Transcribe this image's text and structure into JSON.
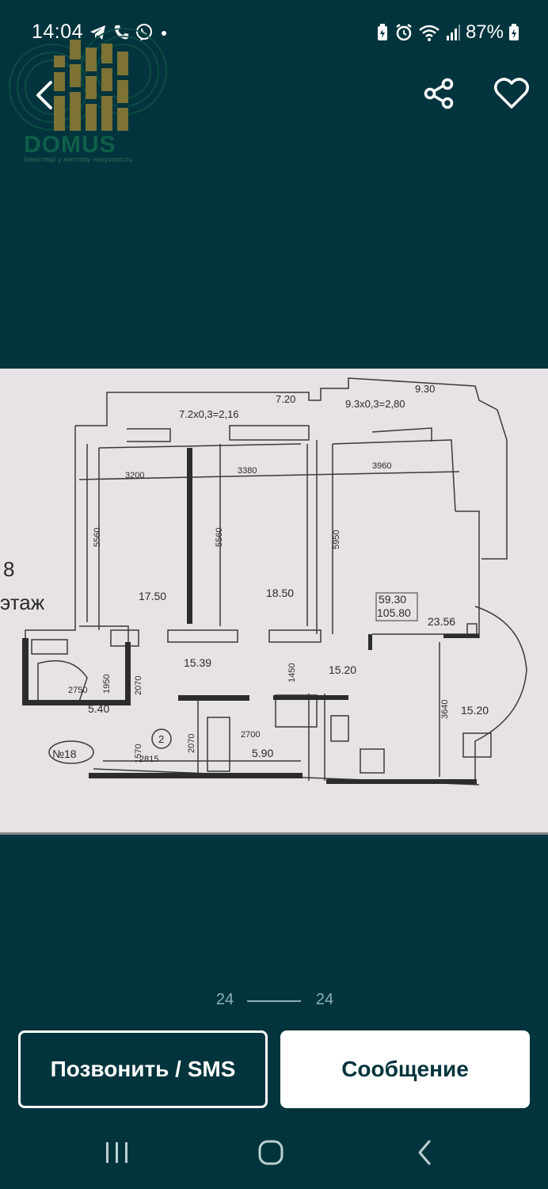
{
  "status_bar": {
    "time": "14:04",
    "battery": "87%"
  },
  "logo": {
    "name": "DOMUS",
    "tagline": "Інвестиції у житлову нерухомість"
  },
  "plan": {
    "floor_number": "8",
    "floor_word": "этаж",
    "balcony1_calc": "7.2x0,3=2,16",
    "balcony1_len": "7.20",
    "balcony2_calc": "9.3x0,3=2,80",
    "balcony2_len": "9.30",
    "dims": [
      "3200",
      "3380",
      "3960",
      "5560",
      "5560",
      "5950",
      "2750",
      "1950",
      "2070",
      "1450",
      "3640",
      "2700",
      "2070",
      "1570",
      "2815"
    ],
    "rooms": [
      "17.50",
      "18.50",
      "59.30",
      "105.80",
      "23.56",
      "15.39",
      "15.20",
      "15.20",
      "5.40",
      "5.90"
    ],
    "apartment_no": "№18",
    "circle_no": "2"
  },
  "pager": {
    "current": "24",
    "total": "24"
  },
  "actions": {
    "call_label": "Позвонить / SMS",
    "message_label": "Сообщение"
  },
  "colors": {
    "background": "#02343d",
    "paper": "#e7e2e5",
    "ink": "#2c2c2c"
  }
}
